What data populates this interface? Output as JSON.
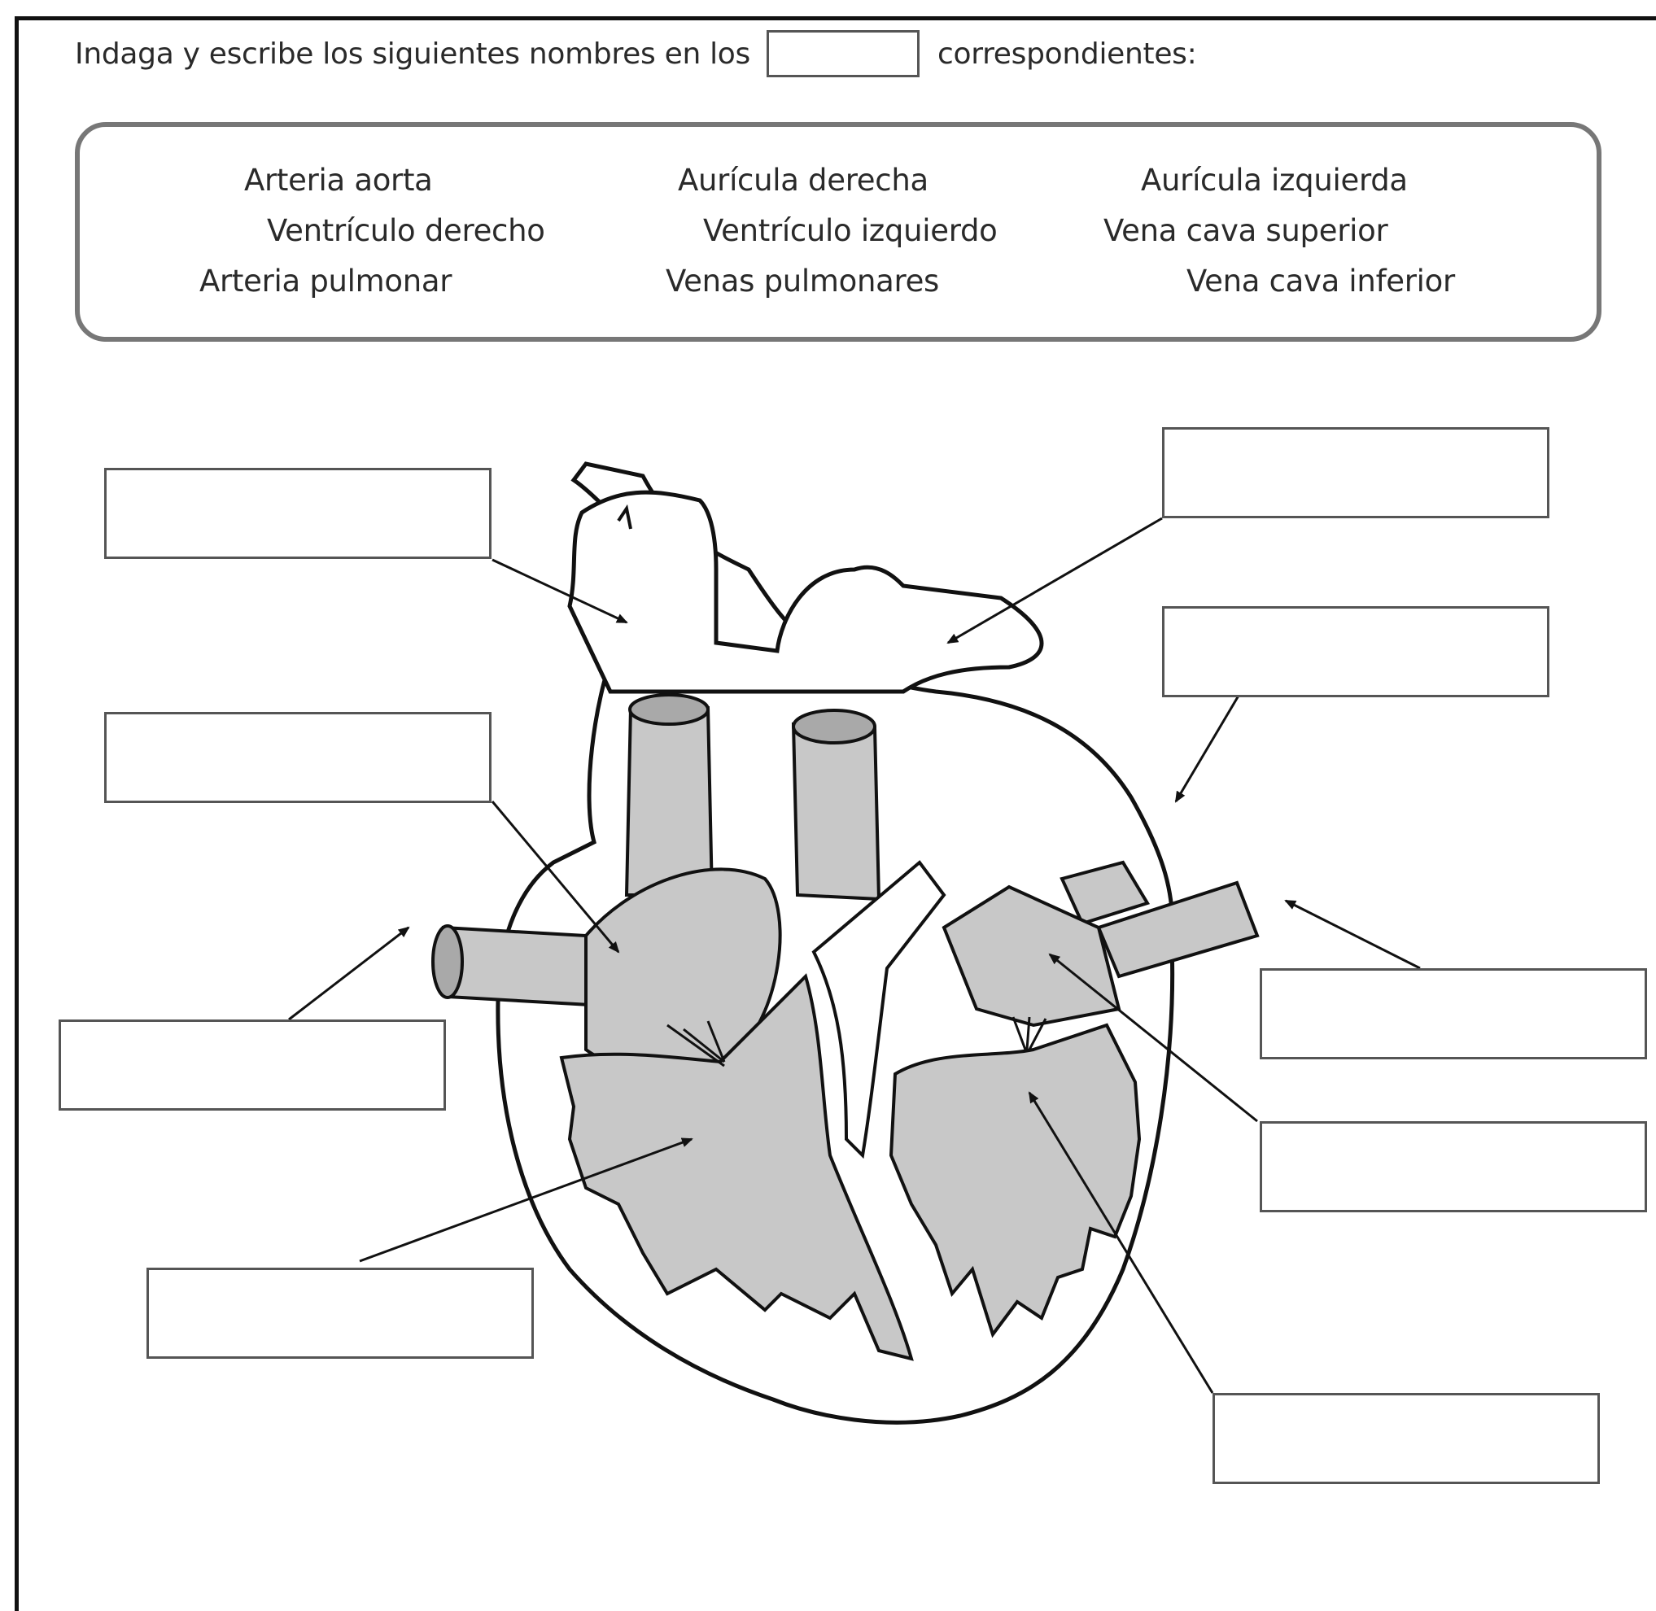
{
  "instruction": {
    "before": "Indaga y escribe los siguientes nombres en los",
    "after": "correspondientes:"
  },
  "word_bank": [
    "Arteria aorta",
    "Aurícula derecha",
    "Aurícula izquierda",
    "Ventrículo derecho",
    "Ventrículo izquierdo",
    "Vena cava superior",
    "Arteria pulmonar",
    "Venas pulmonares",
    "Vena cava inferior"
  ],
  "answer_boxes": [
    "",
    "",
    "",
    "",
    "",
    "",
    "",
    "",
    "",
    ""
  ],
  "colors": {
    "line": "#111111",
    "box_border": "#555555",
    "tissue": "#c8c8c8",
    "tissue_dark": "#a9a9a9"
  }
}
